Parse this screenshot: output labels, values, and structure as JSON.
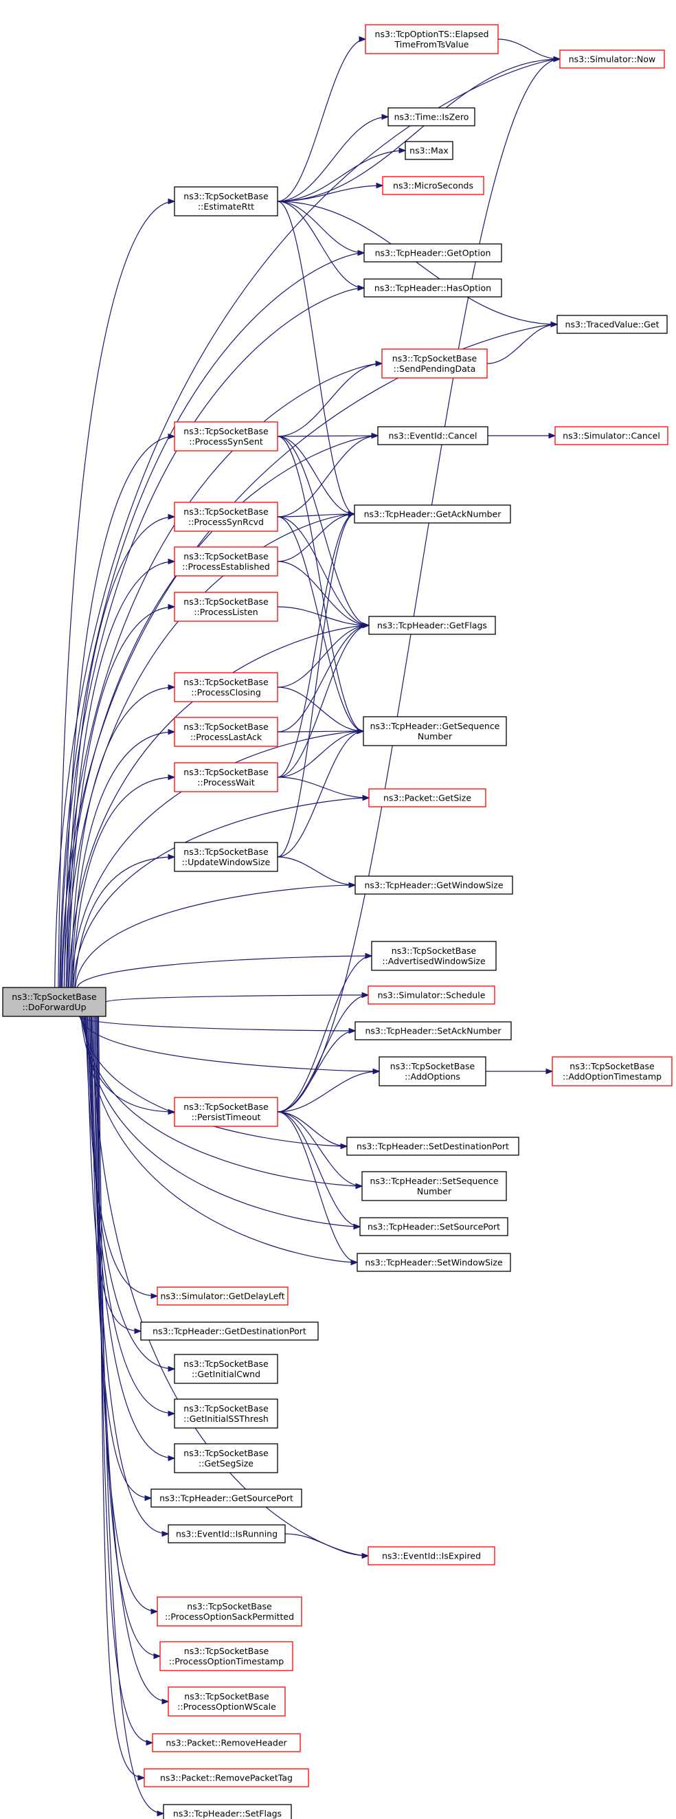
{
  "colors": {
    "edge": "#191970",
    "red_border": "#ff0000",
    "black_border": "#000000",
    "root_fill": "#bfbfbf"
  },
  "nodes": [
    {
      "id": "root",
      "lines": [
        "ns3::TcpSocketBase",
        "::DoForwardUp"
      ],
      "style": "root"
    },
    {
      "id": "elapsed",
      "lines": [
        "ns3::TcpOptionTS::Elapsed",
        "TimeFromTsValue"
      ],
      "style": "red"
    },
    {
      "id": "simnow",
      "lines": [
        "ns3::Simulator::Now"
      ],
      "style": "red"
    },
    {
      "id": "iszero",
      "lines": [
        "ns3::Time::IsZero"
      ],
      "style": "black"
    },
    {
      "id": "max",
      "lines": [
        "ns3::Max"
      ],
      "style": "black"
    },
    {
      "id": "estimatertt",
      "lines": [
        "ns3::TcpSocketBase",
        "::EstimateRtt"
      ],
      "style": "black"
    },
    {
      "id": "micro",
      "lines": [
        "ns3::MicroSeconds"
      ],
      "style": "red"
    },
    {
      "id": "getoption",
      "lines": [
        "ns3::TcpHeader::GetOption"
      ],
      "style": "black"
    },
    {
      "id": "hasoption",
      "lines": [
        "ns3::TcpHeader::HasOption"
      ],
      "style": "black"
    },
    {
      "id": "tracedget",
      "lines": [
        "ns3::TracedValue::Get"
      ],
      "style": "black"
    },
    {
      "id": "sendpending",
      "lines": [
        "ns3::TcpSocketBase",
        "::SendPendingData"
      ],
      "style": "red"
    },
    {
      "id": "synsent",
      "lines": [
        "ns3::TcpSocketBase",
        "::ProcessSynSent"
      ],
      "style": "red"
    },
    {
      "id": "cancel",
      "lines": [
        "ns3::EventId::Cancel"
      ],
      "style": "black"
    },
    {
      "id": "simcancel",
      "lines": [
        "ns3::Simulator::Cancel"
      ],
      "style": "red"
    },
    {
      "id": "synrcvd",
      "lines": [
        "ns3::TcpSocketBase",
        "::ProcessSynRcvd"
      ],
      "style": "red"
    },
    {
      "id": "getack",
      "lines": [
        "ns3::TcpHeader::GetAckNumber"
      ],
      "style": "black"
    },
    {
      "id": "established",
      "lines": [
        "ns3::TcpSocketBase",
        "::ProcessEstablished"
      ],
      "style": "red"
    },
    {
      "id": "listen",
      "lines": [
        "ns3::TcpSocketBase",
        "::ProcessListen"
      ],
      "style": "red"
    },
    {
      "id": "getflags",
      "lines": [
        "ns3::TcpHeader::GetFlags"
      ],
      "style": "black"
    },
    {
      "id": "closing",
      "lines": [
        "ns3::TcpSocketBase",
        "::ProcessClosing"
      ],
      "style": "red"
    },
    {
      "id": "lastack",
      "lines": [
        "ns3::TcpSocketBase",
        "::ProcessLastAck"
      ],
      "style": "red"
    },
    {
      "id": "getseq",
      "lines": [
        "ns3::TcpHeader::GetSequence",
        "Number"
      ],
      "style": "black"
    },
    {
      "id": "wait",
      "lines": [
        "ns3::TcpSocketBase",
        "::ProcessWait"
      ],
      "style": "red"
    },
    {
      "id": "pktsize",
      "lines": [
        "ns3::Packet::GetSize"
      ],
      "style": "red"
    },
    {
      "id": "updatewin",
      "lines": [
        "ns3::TcpSocketBase",
        "::UpdateWindowSize"
      ],
      "style": "black"
    },
    {
      "id": "getwin",
      "lines": [
        "ns3::TcpHeader::GetWindowSize"
      ],
      "style": "black"
    },
    {
      "id": "advwin",
      "lines": [
        "ns3::TcpSocketBase",
        "::AdvertisedWindowSize"
      ],
      "style": "black"
    },
    {
      "id": "schedule",
      "lines": [
        "ns3::Simulator::Schedule"
      ],
      "style": "red"
    },
    {
      "id": "setack",
      "lines": [
        "ns3::TcpHeader::SetAckNumber"
      ],
      "style": "black"
    },
    {
      "id": "addoptions",
      "lines": [
        "ns3::TcpSocketBase",
        "::AddOptions"
      ],
      "style": "black"
    },
    {
      "id": "addts",
      "lines": [
        "ns3::TcpSocketBase",
        "::AddOptionTimestamp"
      ],
      "style": "red"
    },
    {
      "id": "persist",
      "lines": [
        "ns3::TcpSocketBase",
        "::PersistTimeout"
      ],
      "style": "red"
    },
    {
      "id": "setdport",
      "lines": [
        "ns3::TcpHeader::SetDestinationPort"
      ],
      "style": "black"
    },
    {
      "id": "setseq",
      "lines": [
        "ns3::TcpHeader::SetSequence",
        "Number"
      ],
      "style": "black"
    },
    {
      "id": "setsport",
      "lines": [
        "ns3::TcpHeader::SetSourcePort"
      ],
      "style": "black"
    },
    {
      "id": "setwin",
      "lines": [
        "ns3::TcpHeader::SetWindowSize"
      ],
      "style": "black"
    },
    {
      "id": "delayleft",
      "lines": [
        "ns3::Simulator::GetDelayLeft"
      ],
      "style": "red"
    },
    {
      "id": "getdport",
      "lines": [
        "ns3::TcpHeader::GetDestinationPort"
      ],
      "style": "black"
    },
    {
      "id": "initcwnd",
      "lines": [
        "ns3::TcpSocketBase",
        "::GetInitialCwnd"
      ],
      "style": "black"
    },
    {
      "id": "initss",
      "lines": [
        "ns3::TcpSocketBase",
        "::GetInitialSSThresh"
      ],
      "style": "black"
    },
    {
      "id": "segsize",
      "lines": [
        "ns3::TcpSocketBase",
        "::GetSegSize"
      ],
      "style": "black"
    },
    {
      "id": "getsport",
      "lines": [
        "ns3::TcpHeader::GetSourcePort"
      ],
      "style": "black"
    },
    {
      "id": "isrunning",
      "lines": [
        "ns3::EventId::IsRunning"
      ],
      "style": "black"
    },
    {
      "id": "isexpired",
      "lines": [
        "ns3::EventId::IsExpired"
      ],
      "style": "red"
    },
    {
      "id": "sackperm",
      "lines": [
        "ns3::TcpSocketBase",
        "::ProcessOptionSackPermitted"
      ],
      "style": "red"
    },
    {
      "id": "optts",
      "lines": [
        "ns3::TcpSocketBase",
        "::ProcessOptionTimestamp"
      ],
      "style": "red"
    },
    {
      "id": "optwscale",
      "lines": [
        "ns3::TcpSocketBase",
        "::ProcessOptionWScale"
      ],
      "style": "red"
    },
    {
      "id": "removeheader",
      "lines": [
        "ns3::Packet::RemoveHeader"
      ],
      "style": "red"
    },
    {
      "id": "removetag",
      "lines": [
        "ns3::Packet::RemovePacketTag"
      ],
      "style": "red"
    },
    {
      "id": "setflags",
      "lines": [
        "ns3::TcpHeader::SetFlags"
      ],
      "style": "black"
    }
  ],
  "edges": [
    [
      "root",
      "estimatertt"
    ],
    [
      "root",
      "simnow"
    ],
    [
      "root",
      "getoption"
    ],
    [
      "root",
      "hasoption"
    ],
    [
      "root",
      "tracedget"
    ],
    [
      "root",
      "sendpending"
    ],
    [
      "root",
      "synsent"
    ],
    [
      "root",
      "cancel"
    ],
    [
      "root",
      "synrcvd"
    ],
    [
      "root",
      "getack"
    ],
    [
      "root",
      "established"
    ],
    [
      "root",
      "listen"
    ],
    [
      "root",
      "getflags"
    ],
    [
      "root",
      "closing"
    ],
    [
      "root",
      "lastack"
    ],
    [
      "root",
      "getseq"
    ],
    [
      "root",
      "wait"
    ],
    [
      "root",
      "pktsize"
    ],
    [
      "root",
      "updatewin"
    ],
    [
      "root",
      "getwin"
    ],
    [
      "root",
      "advwin"
    ],
    [
      "root",
      "schedule"
    ],
    [
      "root",
      "setack"
    ],
    [
      "root",
      "addoptions"
    ],
    [
      "root",
      "persist"
    ],
    [
      "root",
      "setdport"
    ],
    [
      "root",
      "setseq"
    ],
    [
      "root",
      "setsport"
    ],
    [
      "root",
      "setwin"
    ],
    [
      "root",
      "delayleft"
    ],
    [
      "root",
      "getdport"
    ],
    [
      "root",
      "initcwnd"
    ],
    [
      "root",
      "initss"
    ],
    [
      "root",
      "segsize"
    ],
    [
      "root",
      "getsport"
    ],
    [
      "root",
      "isrunning"
    ],
    [
      "root",
      "isexpired"
    ],
    [
      "root",
      "sackperm"
    ],
    [
      "root",
      "optts"
    ],
    [
      "root",
      "optwscale"
    ],
    [
      "root",
      "removeheader"
    ],
    [
      "root",
      "removetag"
    ],
    [
      "root",
      "setflags"
    ],
    [
      "estimatertt",
      "elapsed"
    ],
    [
      "estimatertt",
      "simnow"
    ],
    [
      "estimatertt",
      "iszero"
    ],
    [
      "estimatertt",
      "max"
    ],
    [
      "estimatertt",
      "micro"
    ],
    [
      "estimatertt",
      "getoption"
    ],
    [
      "estimatertt",
      "hasoption"
    ],
    [
      "estimatertt",
      "tracedget"
    ],
    [
      "estimatertt",
      "getack"
    ],
    [
      "elapsed",
      "simnow"
    ],
    [
      "sendpending",
      "tracedget"
    ],
    [
      "cancel",
      "simcancel"
    ],
    [
      "synsent",
      "sendpending"
    ],
    [
      "synsent",
      "cancel"
    ],
    [
      "synsent",
      "getack"
    ],
    [
      "synsent",
      "getflags"
    ],
    [
      "synsent",
      "getseq"
    ],
    [
      "synrcvd",
      "cancel"
    ],
    [
      "synrcvd",
      "getack"
    ],
    [
      "synrcvd",
      "getflags"
    ],
    [
      "synrcvd",
      "getseq"
    ],
    [
      "established",
      "getack"
    ],
    [
      "established",
      "getflags"
    ],
    [
      "listen",
      "getflags"
    ],
    [
      "closing",
      "getflags"
    ],
    [
      "closing",
      "getseq"
    ],
    [
      "lastack",
      "getflags"
    ],
    [
      "lastack",
      "getseq"
    ],
    [
      "wait",
      "getack"
    ],
    [
      "wait",
      "getflags"
    ],
    [
      "wait",
      "getseq"
    ],
    [
      "wait",
      "pktsize"
    ],
    [
      "updatewin",
      "getack"
    ],
    [
      "updatewin",
      "getseq"
    ],
    [
      "updatewin",
      "getwin"
    ],
    [
      "addoptions",
      "addts"
    ],
    [
      "persist",
      "advwin"
    ],
    [
      "persist",
      "schedule"
    ],
    [
      "persist",
      "setack"
    ],
    [
      "persist",
      "addoptions"
    ],
    [
      "persist",
      "simnow"
    ],
    [
      "persist",
      "setdport"
    ],
    [
      "persist",
      "setseq"
    ],
    [
      "persist",
      "setsport"
    ],
    [
      "persist",
      "setwin"
    ],
    [
      "isrunning",
      "isexpired"
    ]
  ]
}
